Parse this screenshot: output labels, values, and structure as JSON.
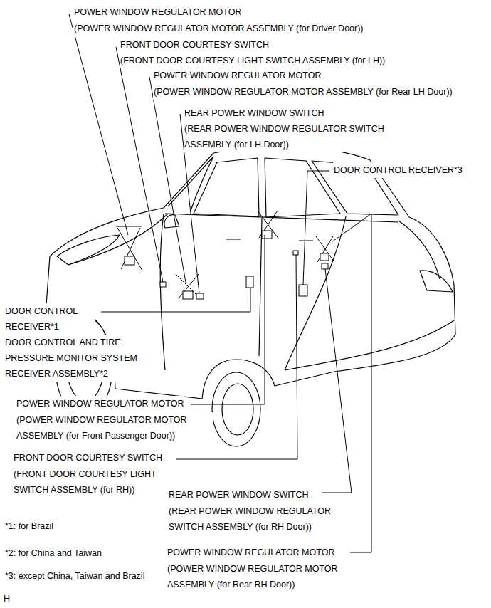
{
  "diagram": {
    "labels": [
      "POWER WINDOW REGULATOR MOTOR",
      "(POWER WINDOW REGULATOR MOTOR ASSEMBLY (for Driver Door))",
      "FRONT DOOR COURTESY SWITCH",
      "(FRONT DOOR COURTESY LIGHT SWITCH ASSEMBLY (for LH))",
      "POWER WINDOW REGULATOR MOTOR",
      "(POWER WINDOW REGULATOR MOTOR ASSEMBLY (for Rear LH Door))",
      "REAR POWER WINDOW SWITCH",
      "(REAR POWER WINDOW REGULATOR SWITCH ASSEMBLY (for LH Door))",
      "DOOR CONTROL RECEIVER*3",
      "DOOR CONTROL RECEIVER*1",
      "DOOR CONTROL AND TIRE PRESSURE MONITOR SYSTEM RECEIVER ASSEMBLY*2",
      "POWER WINDOW REGULATOR MOTOR",
      "(POWER WINDOW REGULATOR MOTOR ASSEMBLY (for Front Passenger Door))",
      "FRONT DOOR COURTESY SWITCH",
      "(FRONT DOOR COURTESY LIGHT SWITCH ASSEMBLY (for RH))",
      "REAR POWER WINDOW SWITCH",
      "(REAR POWER WINDOW REGULATOR SWITCH ASSEMBLY (for RH Door))",
      "POWER WINDOW REGULATOR MOTOR",
      "(POWER WINDOW REGULATOR MOTOR ASSEMBLY (for Rear RH Door))",
      "*1: for Brazil",
      "*2: for China and Taiwan",
      "*3: except China, Taiwan and Brazil",
      "H"
    ]
  }
}
